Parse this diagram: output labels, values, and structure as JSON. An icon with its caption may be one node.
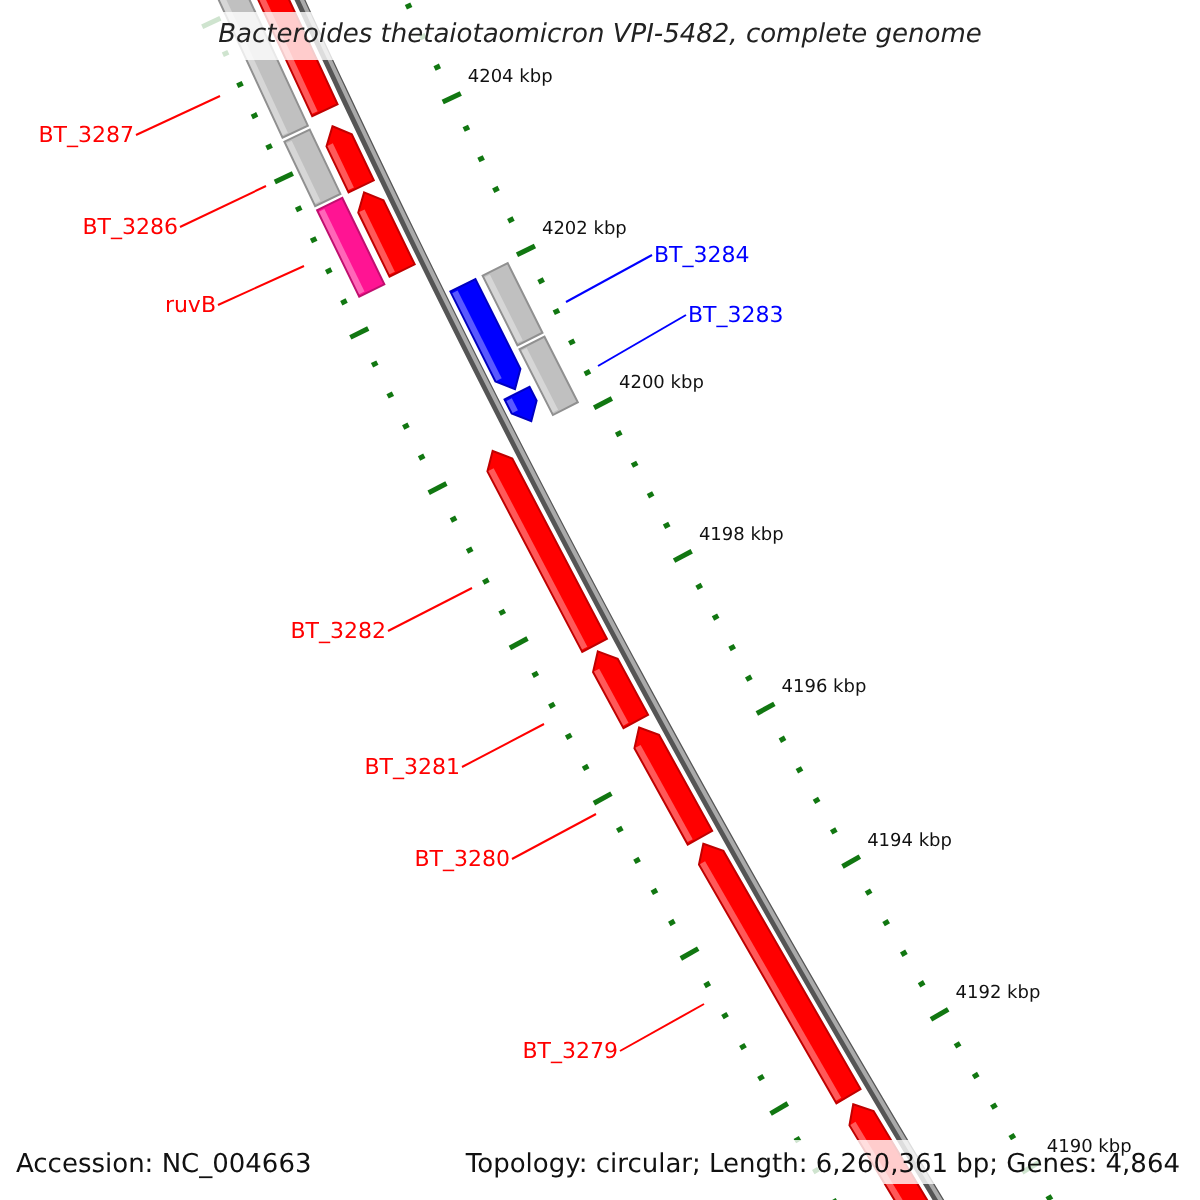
{
  "diagram": {
    "title": "Bacteroides thetaiotaomicron VPI-5482, complete genome",
    "nodes": [
      {
        "text": [
          "BT_3287"
        ]
      },
      {
        "text": [
          "BT_3286"
        ]
      },
      {
        "text": [
          "ruvB"
        ]
      },
      {
        "text": [
          "BT_3284"
        ]
      },
      {
        "text": [
          "BT_3283"
        ]
      },
      {
        "text": [
          "BT_3282"
        ]
      },
      {
        "text": [
          "BT_3281"
        ]
      },
      {
        "text": [
          "BT_3280"
        ]
      },
      {
        "text": [
          "BT_3279"
        ]
      }
    ],
    "edges": [
      {
        "from": 0,
        "to": null,
        "arrow": "none"
      },
      {
        "from": 1,
        "to": null,
        "arrow": "none"
      },
      {
        "from": 2,
        "to": null,
        "arrow": "none"
      },
      {
        "from": 3,
        "to": null,
        "arrow": "none",
        "color": "#0000ff"
      },
      {
        "from": 4,
        "to": null,
        "arrow": "none",
        "color": "#0000ff"
      },
      {
        "from": 5,
        "to": null,
        "arrow": "none"
      },
      {
        "from": 6,
        "to": null,
        "arrow": "none"
      },
      {
        "from": 7,
        "to": null,
        "arrow": "none"
      },
      {
        "from": 8,
        "to": null,
        "arrow": "none"
      }
    ],
    "labels": [
      "4204 kbp",
      "4202 kbp",
      "4200 kbp",
      "4198 kbp",
      "4196 kbp",
      "4194 kbp",
      "4192 kbp",
      "4190 kbp",
      "Accession: NC_004663",
      "Topology: circular; Length: 6,260,361 bp; Genes: 4,864"
    ]
  }
}
